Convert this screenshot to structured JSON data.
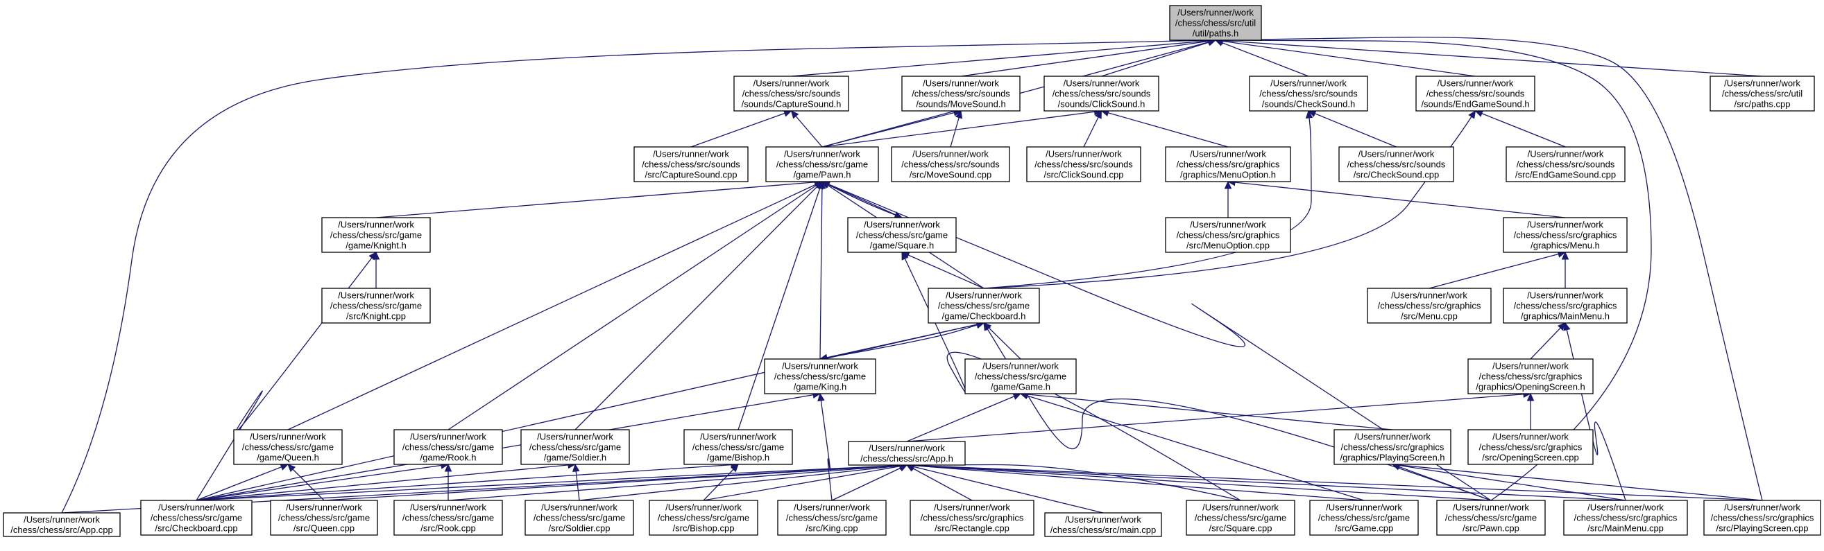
{
  "graph": {
    "nodes": [
      {
        "id": "paths_h",
        "lines": [
          "/Users/runner/work",
          "/chess/chess/src/util",
          "/util/paths.h"
        ],
        "highlight": true
      },
      {
        "id": "capture_h",
        "lines": [
          "/Users/runner/work",
          "/chess/chess/src/sounds",
          "/sounds/CaptureSound.h"
        ]
      },
      {
        "id": "move_h",
        "lines": [
          "/Users/runner/work",
          "/chess/chess/src/sounds",
          "/sounds/MoveSound.h"
        ]
      },
      {
        "id": "click_h",
        "lines": [
          "/Users/runner/work",
          "/chess/chess/src/sounds",
          "/sounds/ClickSound.h"
        ]
      },
      {
        "id": "check_h",
        "lines": [
          "/Users/runner/work",
          "/chess/chess/src/sounds",
          "/sounds/CheckSound.h"
        ]
      },
      {
        "id": "endgame_h",
        "lines": [
          "/Users/runner/work",
          "/chess/chess/src/sounds",
          "/sounds/EndGameSound.h"
        ]
      },
      {
        "id": "paths_cpp",
        "lines": [
          "/Users/runner/work",
          "/chess/chess/src/util",
          "/src/paths.cpp"
        ]
      },
      {
        "id": "capture_cpp",
        "lines": [
          "/Users/runner/work",
          "/chess/chess/src/sounds",
          "/src/CaptureSound.cpp"
        ]
      },
      {
        "id": "pawn_h",
        "lines": [
          "/Users/runner/work",
          "/chess/chess/src/game",
          "/game/Pawn.h"
        ]
      },
      {
        "id": "move_cpp",
        "lines": [
          "/Users/runner/work",
          "/chess/chess/src/sounds",
          "/src/MoveSound.cpp"
        ]
      },
      {
        "id": "click_cpp",
        "lines": [
          "/Users/runner/work",
          "/chess/chess/src/sounds",
          "/src/ClickSound.cpp"
        ]
      },
      {
        "id": "menuoption_h",
        "lines": [
          "/Users/runner/work",
          "/chess/chess/src/graphics",
          "/graphics/MenuOption.h"
        ]
      },
      {
        "id": "check_cpp",
        "lines": [
          "/Users/runner/work",
          "/chess/chess/src/sounds",
          "/src/CheckSound.cpp"
        ]
      },
      {
        "id": "endgame_cpp",
        "lines": [
          "/Users/runner/work",
          "/chess/chess/src/sounds",
          "/src/EndGameSound.cpp"
        ]
      },
      {
        "id": "knight_h",
        "lines": [
          "/Users/runner/work",
          "/chess/chess/src/game",
          "/game/Knight.h"
        ]
      },
      {
        "id": "square_h",
        "lines": [
          "/Users/runner/work",
          "/chess/chess/src/game",
          "/game/Square.h"
        ]
      },
      {
        "id": "menuoption_cpp",
        "lines": [
          "/Users/runner/work",
          "/chess/chess/src/graphics",
          "/src/MenuOption.cpp"
        ]
      },
      {
        "id": "menu_h",
        "lines": [
          "/Users/runner/work",
          "/chess/chess/src/graphics",
          "/graphics/Menu.h"
        ]
      },
      {
        "id": "knight_cpp",
        "lines": [
          "/Users/runner/work",
          "/chess/chess/src/game",
          "/src/Knight.cpp"
        ]
      },
      {
        "id": "checkboard_h",
        "lines": [
          "/Users/runner/work",
          "/chess/chess/src/game",
          "/game/Checkboard.h"
        ]
      },
      {
        "id": "menu_cpp",
        "lines": [
          "/Users/runner/work",
          "/chess/chess/src/graphics",
          "/src/Menu.cpp"
        ]
      },
      {
        "id": "mainmenu_h",
        "lines": [
          "/Users/runner/work",
          "/chess/chess/src/graphics",
          "/graphics/MainMenu.h"
        ]
      },
      {
        "id": "king_h",
        "lines": [
          "/Users/runner/work",
          "/chess/chess/src/game",
          "/game/King.h"
        ]
      },
      {
        "id": "game_h",
        "lines": [
          "/Users/runner/work",
          "/chess/chess/src/game",
          "/game/Game.h"
        ]
      },
      {
        "id": "opening_h",
        "lines": [
          "/Users/runner/work",
          "/chess/chess/src/graphics",
          "/graphics/OpeningScreen.h"
        ]
      },
      {
        "id": "queen_h",
        "lines": [
          "/Users/runner/work",
          "/chess/chess/src/game",
          "/game/Queen.h"
        ]
      },
      {
        "id": "rook_h",
        "lines": [
          "/Users/runner/work",
          "/chess/chess/src/game",
          "/game/Rook.h"
        ]
      },
      {
        "id": "soldier_h",
        "lines": [
          "/Users/runner/work",
          "/chess/chess/src/game",
          "/game/Soldier.h"
        ]
      },
      {
        "id": "bishop_h",
        "lines": [
          "/Users/runner/work",
          "/chess/chess/src/game",
          "/game/Bishop.h"
        ]
      },
      {
        "id": "app_h",
        "lines": [
          "/Users/runner/work",
          "/chess/chess/src/App.h"
        ]
      },
      {
        "id": "playing_h",
        "lines": [
          "/Users/runner/work",
          "/chess/chess/src/graphics",
          "/graphics/PlayingScreen.h"
        ]
      },
      {
        "id": "opening_cpp",
        "lines": [
          "/Users/runner/work",
          "/chess/chess/src/graphics",
          "/src/OpeningScreen.cpp"
        ]
      },
      {
        "id": "app_cpp",
        "lines": [
          "/Users/runner/work",
          "/chess/chess/src/App.cpp"
        ]
      },
      {
        "id": "checkboard_cpp",
        "lines": [
          "/Users/runner/work",
          "/chess/chess/src/game",
          "/src/Checkboard.cpp"
        ]
      },
      {
        "id": "queen_cpp",
        "lines": [
          "/Users/runner/work",
          "/chess/chess/src/game",
          "/src/Queen.cpp"
        ]
      },
      {
        "id": "rook_cpp",
        "lines": [
          "/Users/runner/work",
          "/chess/chess/src/game",
          "/src/Rook.cpp"
        ]
      },
      {
        "id": "soldier_cpp",
        "lines": [
          "/Users/runner/work",
          "/chess/chess/src/game",
          "/src/Soldier.cpp"
        ]
      },
      {
        "id": "bishop_cpp",
        "lines": [
          "/Users/runner/work",
          "/chess/chess/src/game",
          "/src/Bishop.cpp"
        ]
      },
      {
        "id": "king_cpp",
        "lines": [
          "/Users/runner/work",
          "/chess/chess/src/game",
          "/src/King.cpp"
        ]
      },
      {
        "id": "rectangle_cpp",
        "lines": [
          "/Users/runner/work",
          "/chess/chess/src/graphics",
          "/src/Rectangle.cpp"
        ]
      },
      {
        "id": "main_cpp",
        "lines": [
          "/Users/runner/work",
          "/chess/chess/src/main.cpp"
        ]
      },
      {
        "id": "square_cpp",
        "lines": [
          "/Users/runner/work",
          "/chess/chess/src/game",
          "/src/Square.cpp"
        ]
      },
      {
        "id": "game_cpp",
        "lines": [
          "/Users/runner/work",
          "/chess/chess/src/game",
          "/src/Game.cpp"
        ]
      },
      {
        "id": "pawn_cpp",
        "lines": [
          "/Users/runner/work",
          "/chess/chess/src/game",
          "/src/Pawn.cpp"
        ]
      },
      {
        "id": "mainmenu_cpp",
        "lines": [
          "/Users/runner/work",
          "/chess/chess/src/graphics",
          "/src/MainMenu.cpp"
        ]
      },
      {
        "id": "playing_cpp",
        "lines": [
          "/Users/runner/work",
          "/chess/chess/src/graphics",
          "/src/PlayingScreen.cpp"
        ]
      }
    ],
    "edges": [
      [
        "capture_h",
        "paths_h"
      ],
      [
        "move_h",
        "paths_h"
      ],
      [
        "click_h",
        "paths_h"
      ],
      [
        "check_h",
        "paths_h"
      ],
      [
        "endgame_h",
        "paths_h"
      ],
      [
        "paths_cpp",
        "paths_h"
      ],
      [
        "app_cpp",
        "paths_h"
      ],
      [
        "pawn_h",
        "paths_h"
      ],
      [
        "pawn_cpp",
        "paths_h"
      ],
      [
        "playing_cpp",
        "paths_h"
      ],
      [
        "capture_cpp",
        "capture_h"
      ],
      [
        "pawn_h",
        "capture_h"
      ],
      [
        "pawn_h",
        "move_h"
      ],
      [
        "move_cpp",
        "move_h"
      ],
      [
        "pawn_h",
        "click_h"
      ],
      [
        "click_cpp",
        "click_h"
      ],
      [
        "menuoption_h",
        "click_h"
      ],
      [
        "check_cpp",
        "check_h"
      ],
      [
        "checkboard_h",
        "check_h"
      ],
      [
        "endgame_cpp",
        "endgame_h"
      ],
      [
        "checkboard_h",
        "endgame_h"
      ],
      [
        "knight_h",
        "pawn_h"
      ],
      [
        "square_h",
        "pawn_h"
      ],
      [
        "checkboard_h",
        "pawn_h"
      ],
      [
        "king_h",
        "pawn_h"
      ],
      [
        "queen_h",
        "pawn_h"
      ],
      [
        "rook_h",
        "pawn_h"
      ],
      [
        "soldier_h",
        "pawn_h"
      ],
      [
        "bishop_h",
        "pawn_h"
      ],
      [
        "pawn_cpp",
        "pawn_h"
      ],
      [
        "pawn_h",
        "square_h"
      ],
      [
        "menuoption_cpp",
        "menuoption_h"
      ],
      [
        "menu_h",
        "menuoption_h"
      ],
      [
        "knight_cpp",
        "knight_h"
      ],
      [
        "checkboard_cpp",
        "knight_h"
      ],
      [
        "checkboard_h",
        "square_h"
      ],
      [
        "square_cpp",
        "square_h"
      ],
      [
        "menu_cpp",
        "menu_h"
      ],
      [
        "mainmenu_h",
        "menu_h"
      ],
      [
        "king_h",
        "checkboard_h"
      ],
      [
        "game_h",
        "checkboard_h"
      ],
      [
        "checkboard_cpp",
        "checkboard_h"
      ],
      [
        "pawn_cpp",
        "checkboard_h"
      ],
      [
        "checkboard_h",
        "king_h"
      ],
      [
        "opening_h",
        "mainmenu_h"
      ],
      [
        "mainmenu_cpp",
        "mainmenu_h"
      ],
      [
        "king_cpp",
        "king_h"
      ],
      [
        "checkboard_cpp",
        "king_h"
      ],
      [
        "app_h",
        "game_h"
      ],
      [
        "playing_h",
        "game_h"
      ],
      [
        "game_cpp",
        "game_h"
      ],
      [
        "app_h",
        "opening_h"
      ],
      [
        "opening_cpp",
        "opening_h"
      ],
      [
        "queen_cpp",
        "queen_h"
      ],
      [
        "checkboard_cpp",
        "queen_h"
      ],
      [
        "rook_cpp",
        "rook_h"
      ],
      [
        "checkboard_cpp",
        "rook_h"
      ],
      [
        "soldier_cpp",
        "soldier_h"
      ],
      [
        "checkboard_cpp",
        "soldier_h"
      ],
      [
        "bishop_cpp",
        "bishop_h"
      ],
      [
        "checkboard_cpp",
        "bishop_h"
      ],
      [
        "app_cpp",
        "app_h"
      ],
      [
        "checkboard_cpp",
        "app_h"
      ],
      [
        "queen_cpp",
        "app_h"
      ],
      [
        "rook_cpp",
        "app_h"
      ],
      [
        "soldier_cpp",
        "app_h"
      ],
      [
        "bishop_cpp",
        "app_h"
      ],
      [
        "king_cpp",
        "app_h"
      ],
      [
        "rectangle_cpp",
        "app_h"
      ],
      [
        "main_cpp",
        "app_h"
      ],
      [
        "square_cpp",
        "app_h"
      ],
      [
        "game_cpp",
        "app_h"
      ],
      [
        "pawn_cpp",
        "app_h"
      ],
      [
        "mainmenu_cpp",
        "app_h"
      ],
      [
        "playing_cpp",
        "app_h"
      ],
      [
        "pawn_cpp",
        "playing_h"
      ],
      [
        "mainmenu_cpp",
        "playing_h"
      ],
      [
        "playing_cpp",
        "playing_h"
      ]
    ]
  }
}
